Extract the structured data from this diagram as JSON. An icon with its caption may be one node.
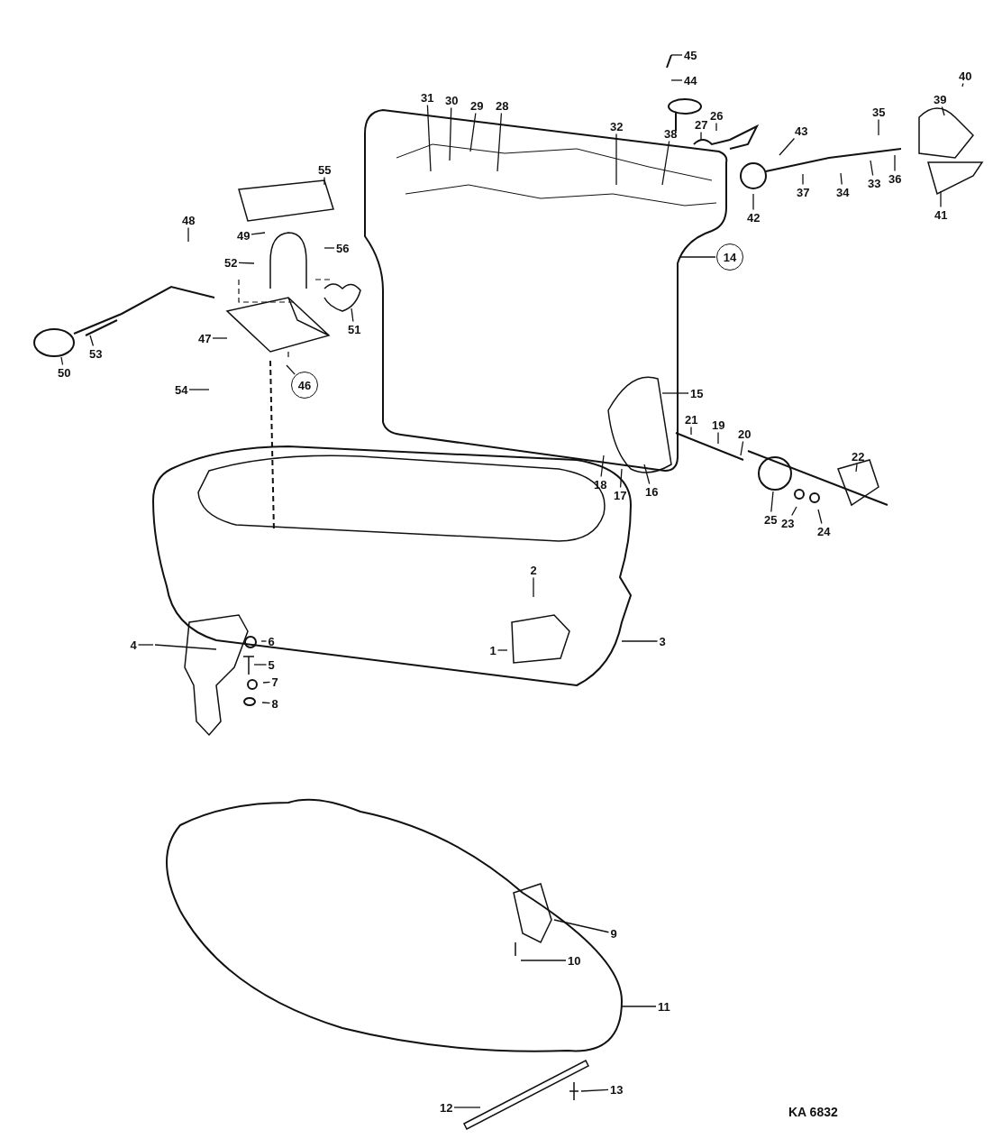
{
  "diagram": {
    "nodes": [
      {
        "text": [
          "1"
        ]
      },
      {
        "text": [
          "2"
        ]
      },
      {
        "text": [
          "3"
        ]
      },
      {
        "text": [
          "4"
        ]
      },
      {
        "text": [
          "5"
        ]
      },
      {
        "text": [
          "6"
        ]
      },
      {
        "text": [
          "7"
        ]
      },
      {
        "text": [
          "8"
        ]
      },
      {
        "text": [
          "9"
        ]
      },
      {
        "text": [
          "10"
        ]
      },
      {
        "text": [
          "11"
        ]
      },
      {
        "text": [
          "12"
        ]
      },
      {
        "text": [
          "13"
        ]
      },
      {
        "text": [
          "14"
        ]
      },
      {
        "text": [
          "15"
        ]
      },
      {
        "text": [
          "16"
        ]
      },
      {
        "text": [
          "17"
        ]
      },
      {
        "text": [
          "18"
        ]
      },
      {
        "text": [
          "19"
        ]
      },
      {
        "text": [
          "20"
        ]
      },
      {
        "text": [
          "21"
        ]
      },
      {
        "text": [
          "22"
        ]
      },
      {
        "text": [
          "23"
        ]
      },
      {
        "text": [
          "24"
        ]
      },
      {
        "text": [
          "25"
        ]
      },
      {
        "text": [
          "26"
        ]
      },
      {
        "text": [
          "27"
        ]
      },
      {
        "text": [
          "28"
        ]
      },
      {
        "text": [
          "29"
        ]
      },
      {
        "text": [
          "30"
        ]
      },
      {
        "text": [
          "31"
        ]
      },
      {
        "text": [
          "32"
        ]
      },
      {
        "text": [
          "33"
        ]
      },
      {
        "text": [
          "34"
        ]
      },
      {
        "text": [
          "35"
        ]
      },
      {
        "text": [
          "36"
        ]
      },
      {
        "text": [
          "37"
        ]
      },
      {
        "text": [
          "38"
        ]
      },
      {
        "text": [
          "39"
        ]
      },
      {
        "text": [
          "40"
        ]
      },
      {
        "text": [
          "41"
        ]
      },
      {
        "text": [
          "42"
        ]
      },
      {
        "text": [
          "43"
        ]
      },
      {
        "text": [
          "44"
        ]
      },
      {
        "text": [
          "45"
        ]
      },
      {
        "text": [
          "46"
        ]
      },
      {
        "text": [
          "47"
        ]
      },
      {
        "text": [
          "48"
        ]
      },
      {
        "text": [
          "49"
        ]
      },
      {
        "text": [
          "50"
        ]
      },
      {
        "text": [
          "51"
        ]
      },
      {
        "text": [
          "52"
        ]
      },
      {
        "text": [
          "53"
        ]
      },
      {
        "text": [
          "54"
        ]
      },
      {
        "text": [
          "55"
        ]
      },
      {
        "text": [
          "56"
        ]
      }
    ],
    "edges": [
      {
        "from": 0,
        "to": null,
        "arrow": "none"
      },
      {
        "from": 1,
        "to": null,
        "arrow": "none"
      },
      {
        "from": 2,
        "to": null,
        "arrow": "none"
      },
      {
        "from": 3,
        "to": null,
        "arrow": "none"
      },
      {
        "from": 4,
        "to": null,
        "arrow": "none"
      },
      {
        "from": 5,
        "to": null,
        "arrow": "none"
      },
      {
        "from": 6,
        "to": null,
        "arrow": "none"
      },
      {
        "from": 7,
        "to": null,
        "arrow": "none"
      },
      {
        "from": 8,
        "to": null,
        "arrow": "none"
      },
      {
        "from": 9,
        "to": null,
        "arrow": "none"
      },
      {
        "from": 10,
        "to": null,
        "arrow": "none"
      },
      {
        "from": 11,
        "to": null,
        "arrow": "none"
      },
      {
        "from": 12,
        "to": null,
        "arrow": "none"
      },
      {
        "from": 13,
        "to": null,
        "arrow": "none"
      },
      {
        "from": 14,
        "to": null,
        "arrow": "none"
      },
      {
        "from": 15,
        "to": null,
        "arrow": "none"
      },
      {
        "from": 16,
        "to": null,
        "arrow": "none"
      },
      {
        "from": 17,
        "to": null,
        "arrow": "none"
      },
      {
        "from": 18,
        "to": null,
        "arrow": "none"
      },
      {
        "from": 19,
        "to": null,
        "arrow": "none"
      },
      {
        "from": 20,
        "to": null,
        "arrow": "none"
      },
      {
        "from": 21,
        "to": null,
        "arrow": "none"
      },
      {
        "from": 22,
        "to": null,
        "arrow": "none"
      },
      {
        "from": 23,
        "to": null,
        "arrow": "none"
      },
      {
        "from": 24,
        "to": null,
        "arrow": "none"
      },
      {
        "from": 25,
        "to": null,
        "arrow": "none"
      },
      {
        "from": 26,
        "to": null,
        "arrow": "none"
      },
      {
        "from": 27,
        "to": null,
        "arrow": "none"
      },
      {
        "from": 28,
        "to": null,
        "arrow": "none"
      },
      {
        "from": 29,
        "to": null,
        "arrow": "none"
      },
      {
        "from": 30,
        "to": null,
        "arrow": "none"
      },
      {
        "from": 31,
        "to": null,
        "arrow": "none"
      },
      {
        "from": 32,
        "to": null,
        "arrow": "none"
      },
      {
        "from": 33,
        "to": null,
        "arrow": "none"
      },
      {
        "from": 34,
        "to": null,
        "arrow": "none"
      },
      {
        "from": 35,
        "to": null,
        "arrow": "none"
      },
      {
        "from": 36,
        "to": null,
        "arrow": "none"
      },
      {
        "from": 37,
        "to": null,
        "arrow": "none"
      },
      {
        "from": 38,
        "to": null,
        "arrow": "none"
      },
      {
        "from": 39,
        "to": null,
        "arrow": "none"
      },
      {
        "from": 40,
        "to": null,
        "arrow": "none"
      },
      {
        "from": 41,
        "to": null,
        "arrow": "none"
      },
      {
        "from": 42,
        "to": null,
        "arrow": "none"
      },
      {
        "from": 43,
        "to": null,
        "arrow": "none"
      },
      {
        "from": 44,
        "to": null,
        "arrow": "none"
      },
      {
        "from": 45,
        "to": null,
        "arrow": "none"
      },
      {
        "from": 46,
        "to": null,
        "arrow": "none"
      },
      {
        "from": 47,
        "to": null,
        "arrow": "none"
      },
      {
        "from": 48,
        "to": null,
        "arrow": "none"
      },
      {
        "from": 49,
        "to": null,
        "arrow": "none"
      },
      {
        "from": 50,
        "to": null,
        "arrow": "none"
      },
      {
        "from": 51,
        "to": null,
        "arrow": "none"
      },
      {
        "from": 52,
        "to": null,
        "arrow": "none"
      },
      {
        "from": 53,
        "to": null,
        "arrow": "none"
      },
      {
        "from": 54,
        "to": null,
        "arrow": "none"
      },
      {
        "from": 55,
        "to": null,
        "arrow": "none"
      }
    ],
    "labels": [
      "KA 6832"
    ]
  }
}
